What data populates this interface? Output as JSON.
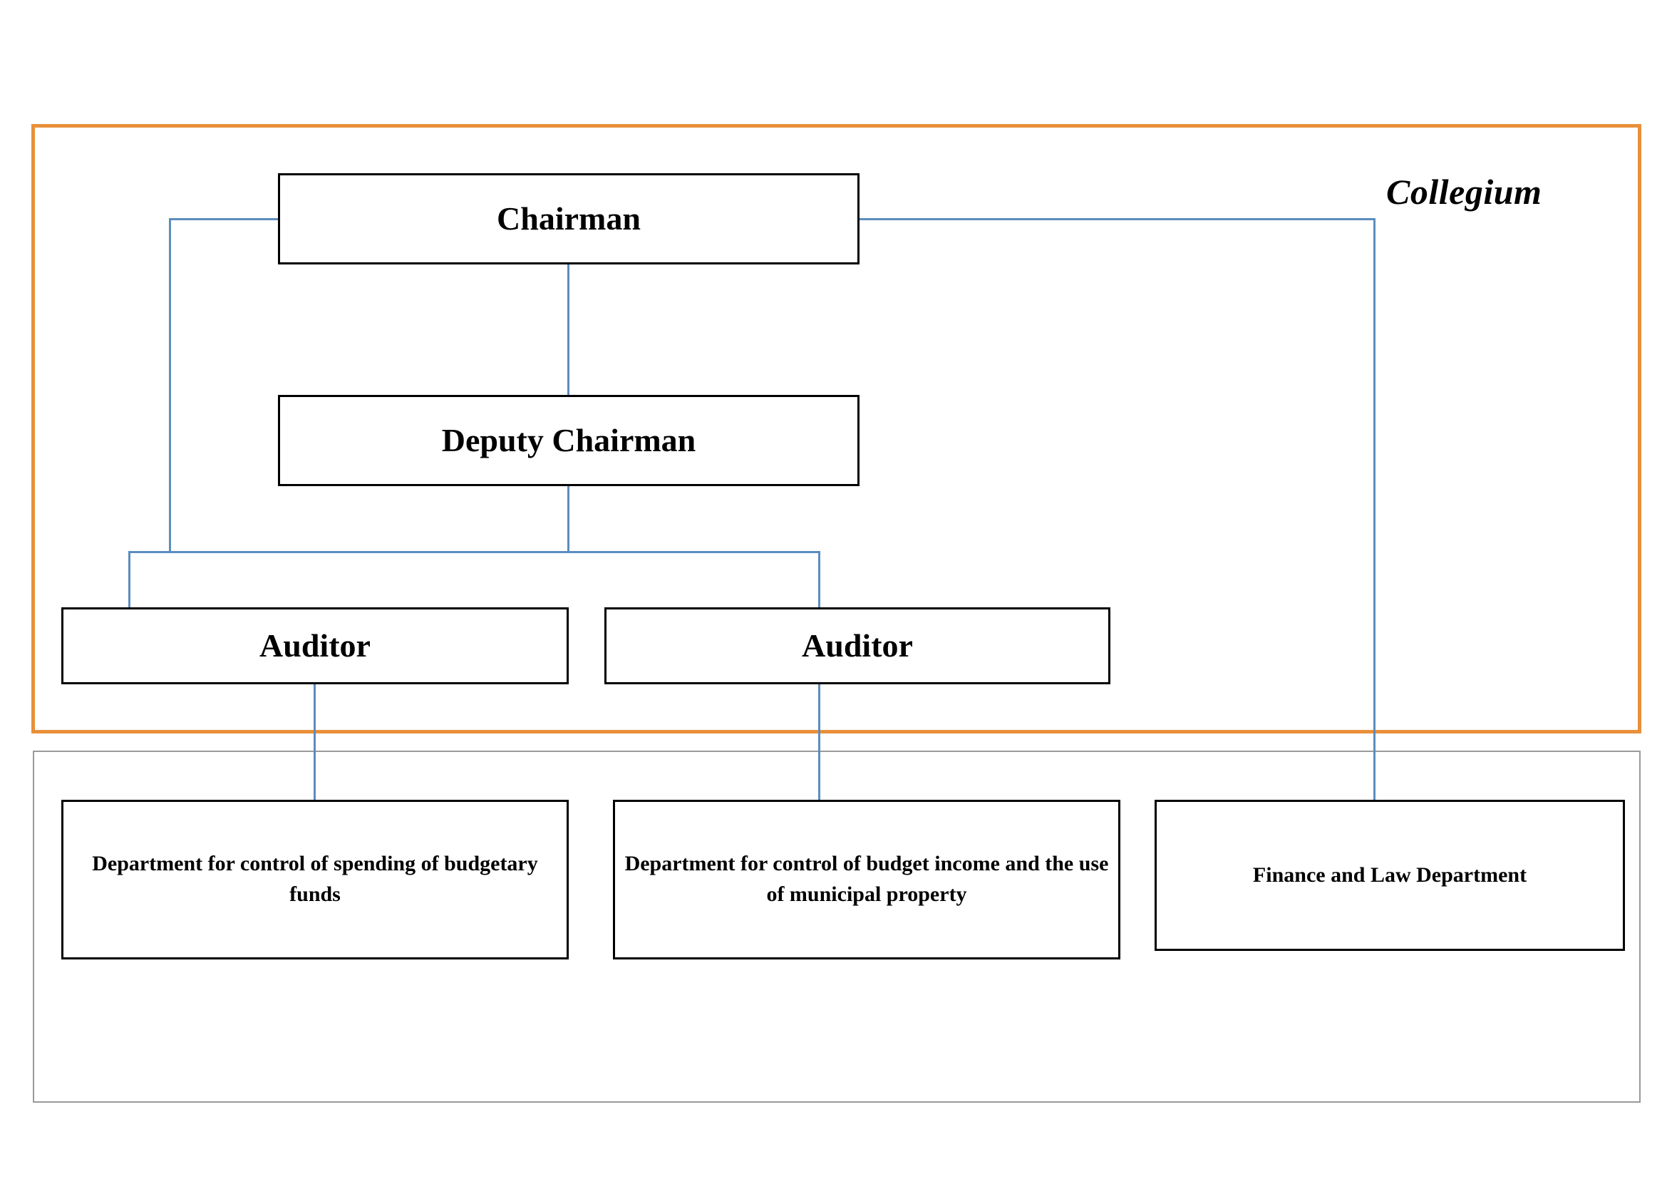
{
  "diagram": {
    "title": "",
    "groups": [
      {
        "id": "collegium",
        "label": "Collegium",
        "border_color": "#E8903A"
      },
      {
        "id": "departments",
        "label": "",
        "border_color": "#9a9a9a"
      }
    ],
    "nodes": {
      "chairman": "Chairman",
      "deputy_chairman": "Deputy Chairman",
      "auditor_1": "Auditor",
      "auditor_2": "Auditor",
      "department_1": "Department for control of spending of budgetary funds",
      "department_2": "Department for control of budget income and the use of municipal property",
      "department_3": "Finance and Law Department"
    },
    "connector_color": "#5B8DBE",
    "node_border_color": "#000000",
    "connections": [
      {
        "from": "chairman",
        "to": "deputy_chairman"
      },
      {
        "from": "chairman",
        "to": "auditor_1"
      },
      {
        "from": "deputy_chairman",
        "to": "auditor_1"
      },
      {
        "from": "deputy_chairman",
        "to": "auditor_2"
      },
      {
        "from": "auditor_1",
        "to": "department_1"
      },
      {
        "from": "auditor_2",
        "to": "department_2"
      },
      {
        "from": "chairman",
        "to": "department_3"
      }
    ]
  }
}
